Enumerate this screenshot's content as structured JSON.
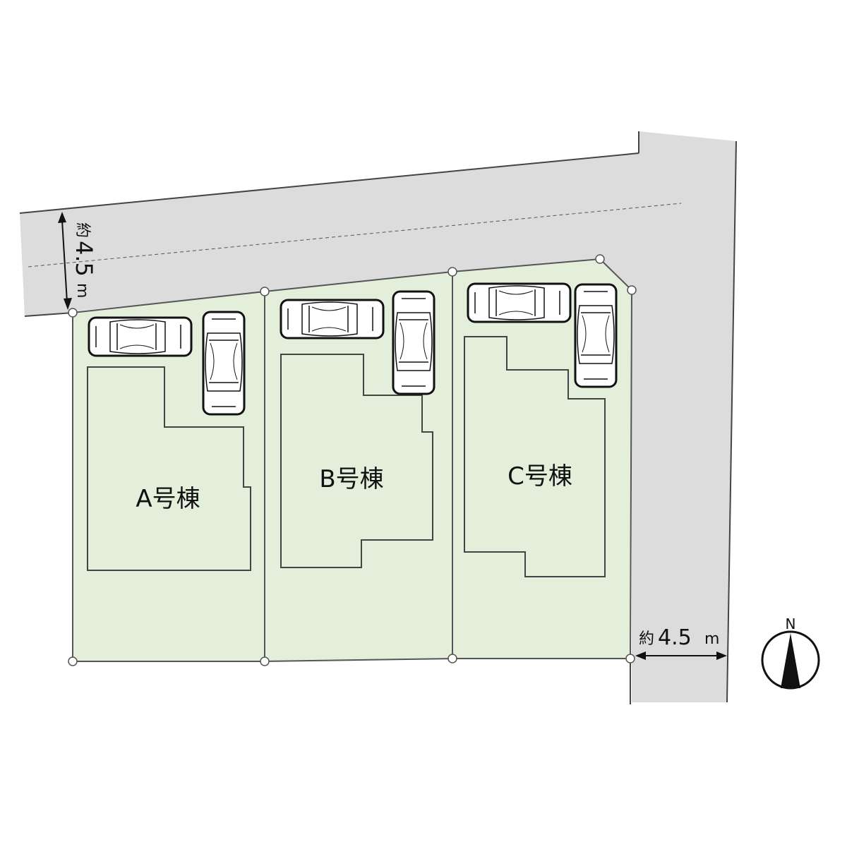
{
  "lots": [
    {
      "label": "A号棟"
    },
    {
      "label": "B号棟"
    },
    {
      "label": "C号棟"
    }
  ],
  "dimensions": {
    "north_road": {
      "prefix": "約",
      "value": "4.5",
      "unit": "m"
    },
    "east_road": {
      "prefix": "約",
      "value": "4.5",
      "unit": "m"
    }
  },
  "compass": {
    "label": "N"
  },
  "colors": {
    "road": "#dcdcdc",
    "lot": "#e3efda",
    "line": "#444444"
  }
}
